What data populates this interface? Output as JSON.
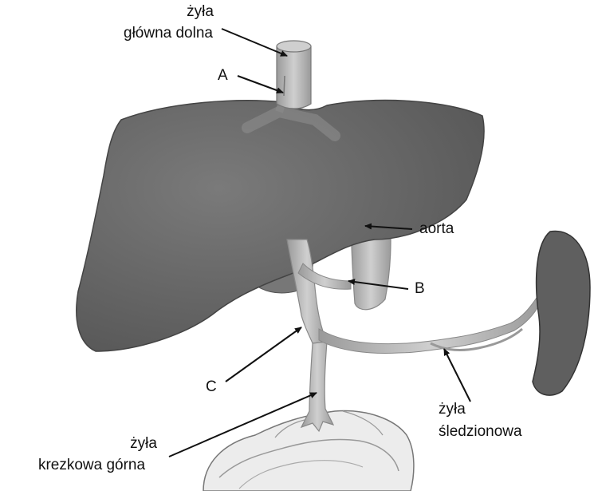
{
  "labels": {
    "ivc": [
      "żyła",
      "główna dolna"
    ],
    "a": "A",
    "aorta": "aorta",
    "b": "B",
    "c": "C",
    "splenic": [
      "żyła",
      "śledzionowa"
    ],
    "sup_mesenteric": [
      "żyła",
      "krezkowa górna"
    ]
  },
  "colors": {
    "liver": "#6e6e6e",
    "liver_shade": "#4f4f4f",
    "vessel": "#b9b9b9",
    "vessel_edge": "#8a8a8a",
    "spleen": "#5f5f5f",
    "intestine": "#e9e9e9",
    "arrow": "#111111"
  }
}
